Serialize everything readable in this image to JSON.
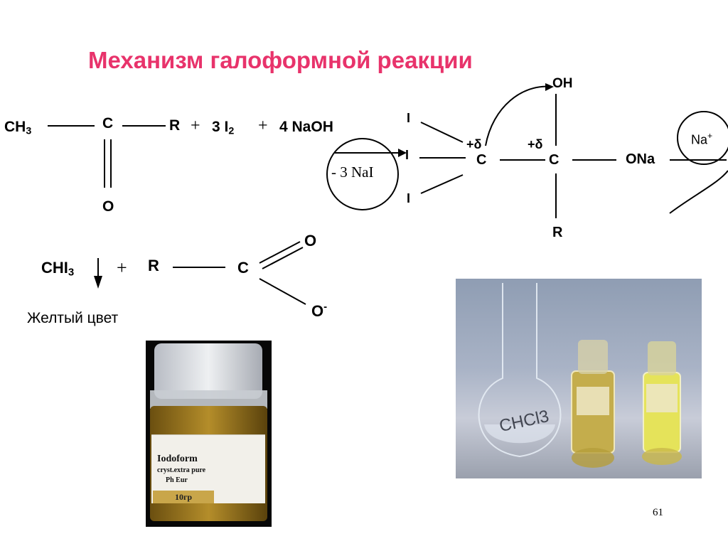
{
  "title": "Механизм   галоформной реакции",
  "reaction": {
    "ch3": "CH",
    "ch3_sub": "3",
    "carbon": "C",
    "r": "R",
    "plus_1": "+",
    "i2_coef": "3 I",
    "i2_sub": "2",
    "plus_2": "+",
    "naoh": "4 NaOH",
    "oxygen": "O"
  },
  "intermediate": {
    "i_top": "I",
    "i_mid": "I",
    "i_bot": "I",
    "delta_1": "+δ",
    "carbon_1": "C",
    "delta_2": "+δ",
    "carbon_2": "C",
    "oh": "OH",
    "ona": "ONa",
    "r": "R",
    "na": "Na",
    "na_charge": "+",
    "eliminated": "- 3 NaI"
  },
  "products": {
    "chi3": "CHI",
    "chi3_sub": "3",
    "plus": "+",
    "r": "R",
    "carbon": "C",
    "oxygen": "O",
    "oxygen_minus": "O",
    "minus": "-",
    "note": "Желтый цвет"
  },
  "photos": {
    "bottle": {
      "label_name": "Iodoform",
      "label_grade": "cryst.extra pure",
      "label_std": "Ph Eur",
      "label_mass": "10гр"
    },
    "flasks": {
      "flask_text": "CHCl3"
    }
  },
  "page_number": "61",
  "colors": {
    "title": "#e8336b",
    "text": "#000000"
  }
}
